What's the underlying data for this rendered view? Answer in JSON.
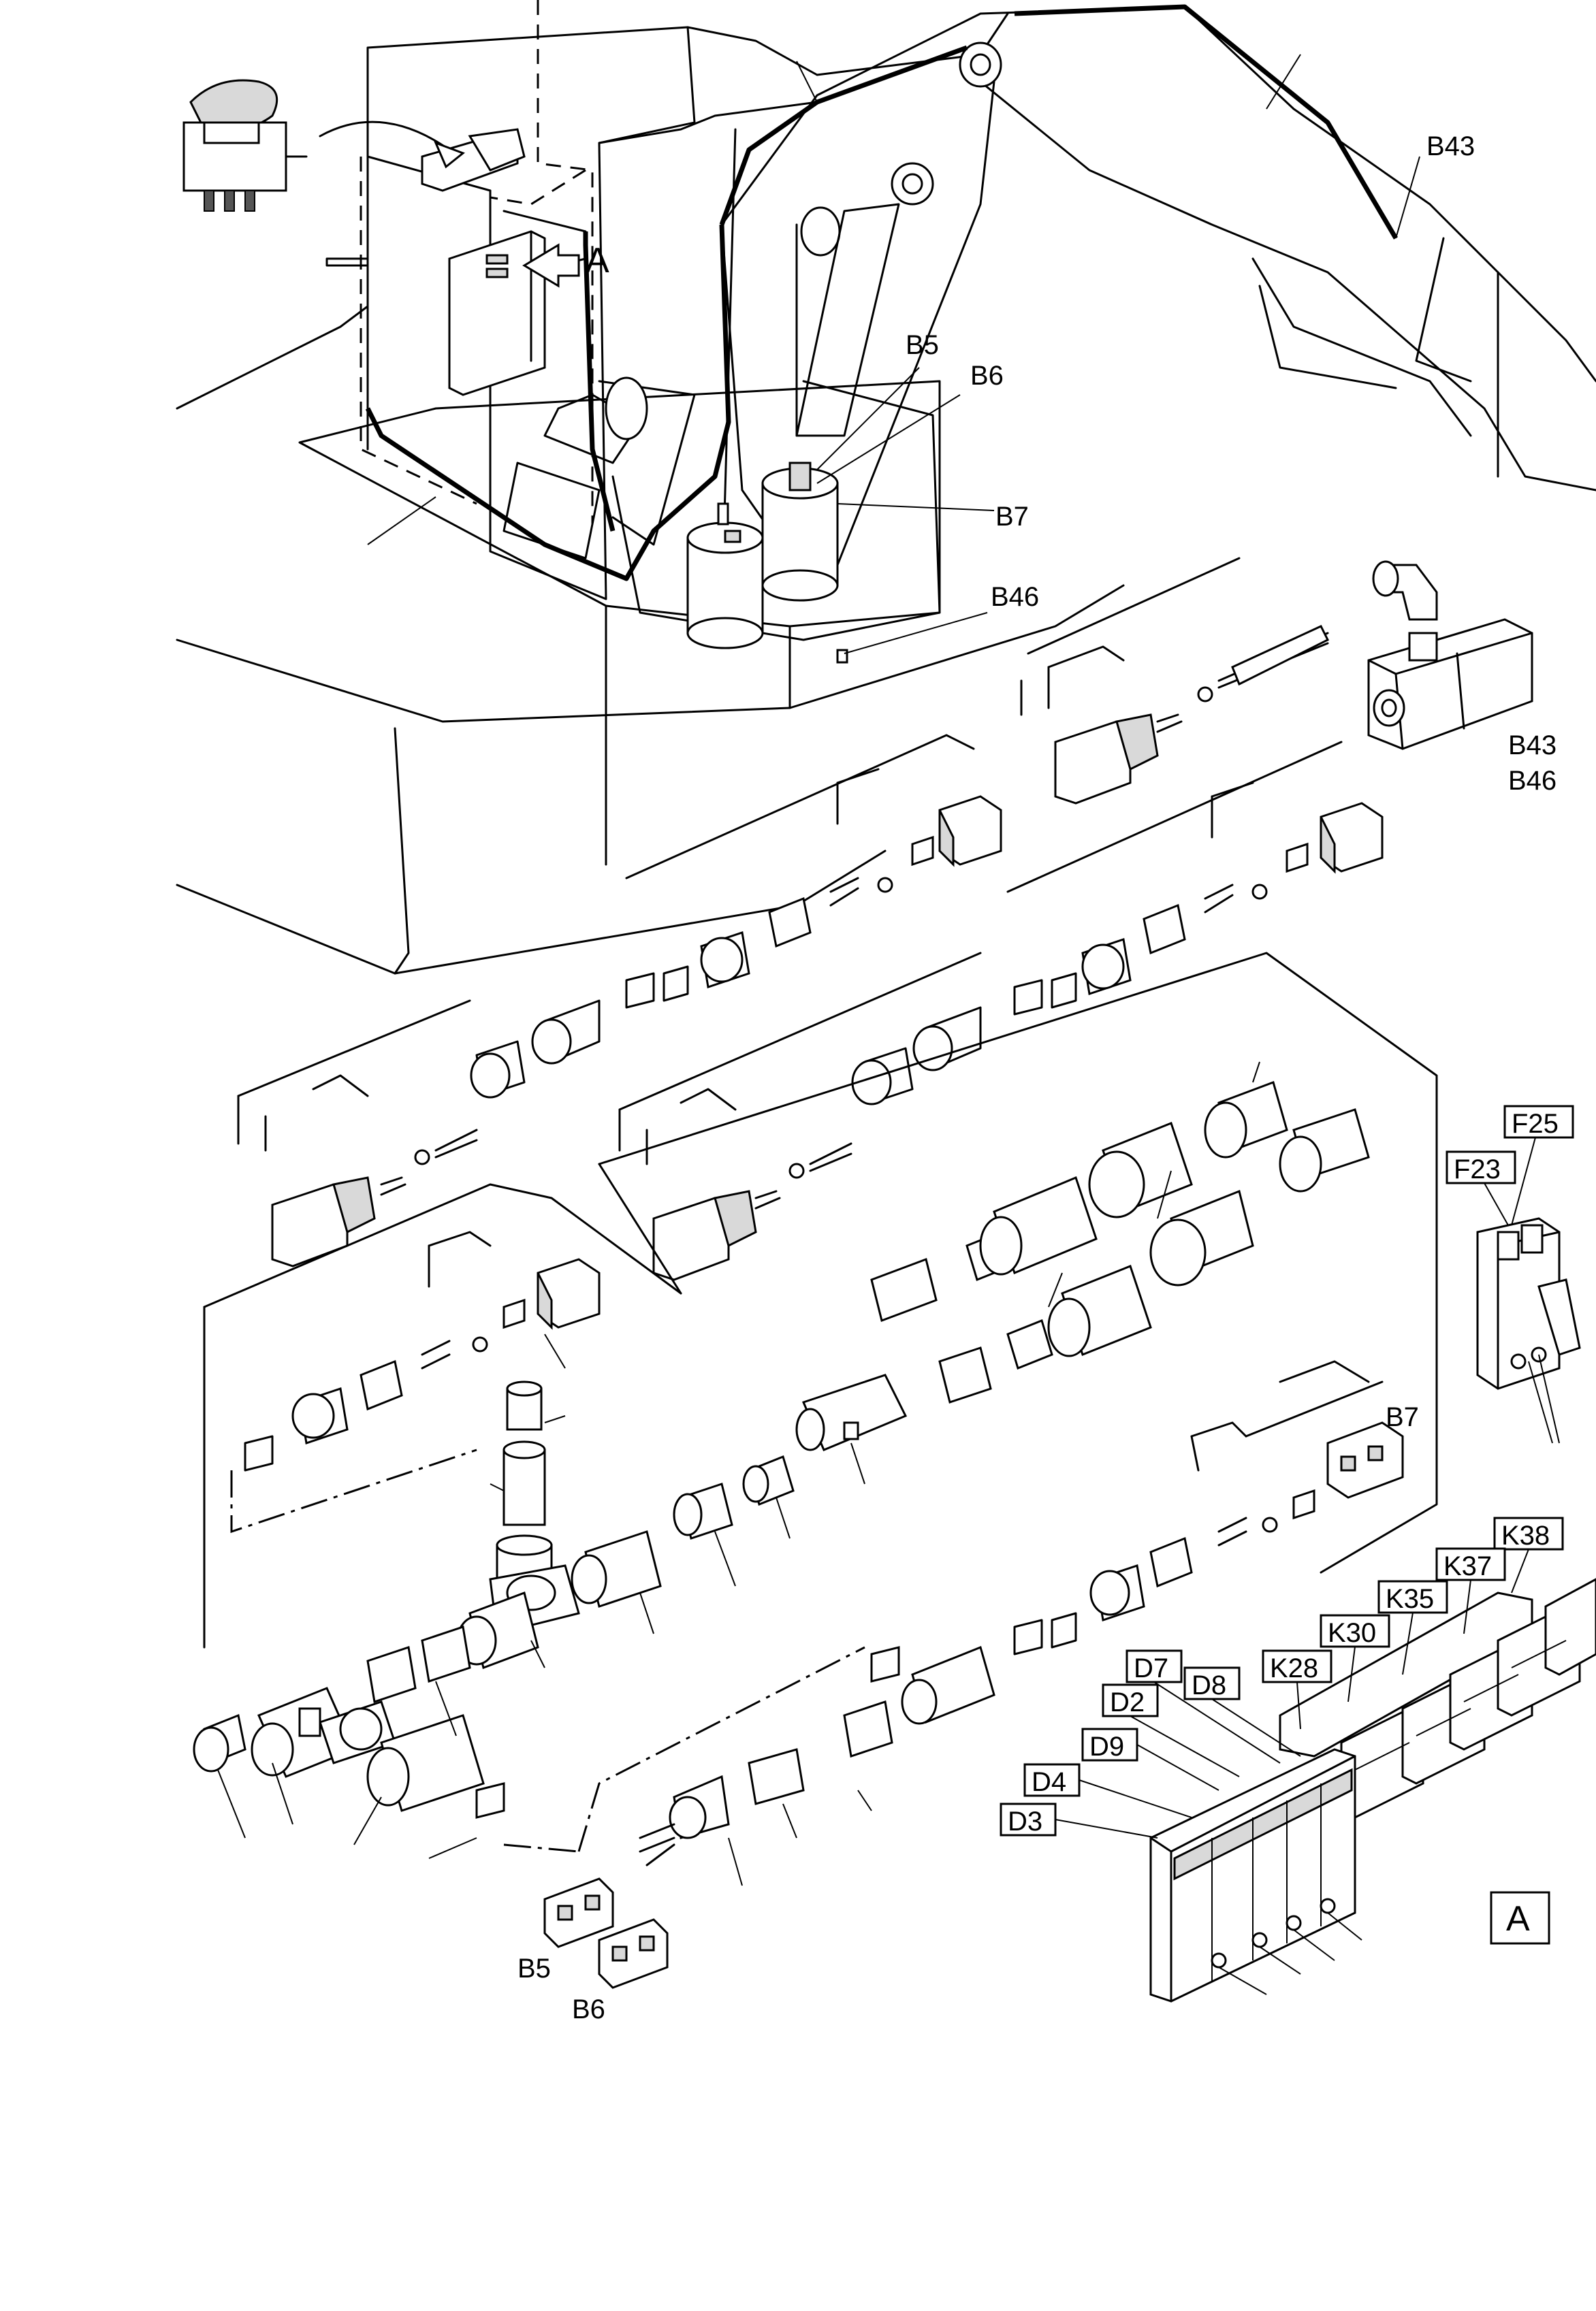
{
  "labels": {
    "A_arrow": "A",
    "A_box": "A",
    "B43_top": "B43",
    "B5_top": "B5",
    "B6_top": "B6",
    "B7_top": "B7",
    "B46_top": "B46",
    "B43_side": "B43",
    "B46_side": "B46",
    "B7_mid": "B7",
    "B5_bottom": "B5",
    "B6_bottom": "B6",
    "F25": "F25",
    "F23": "F23",
    "K38": "K38",
    "K37": "K37",
    "K35": "K35",
    "K30": "K30",
    "K28": "K28",
    "D7": "D7",
    "D8": "D8",
    "D2": "D2",
    "D9": "D9",
    "D4": "D4",
    "D3": "D3"
  }
}
